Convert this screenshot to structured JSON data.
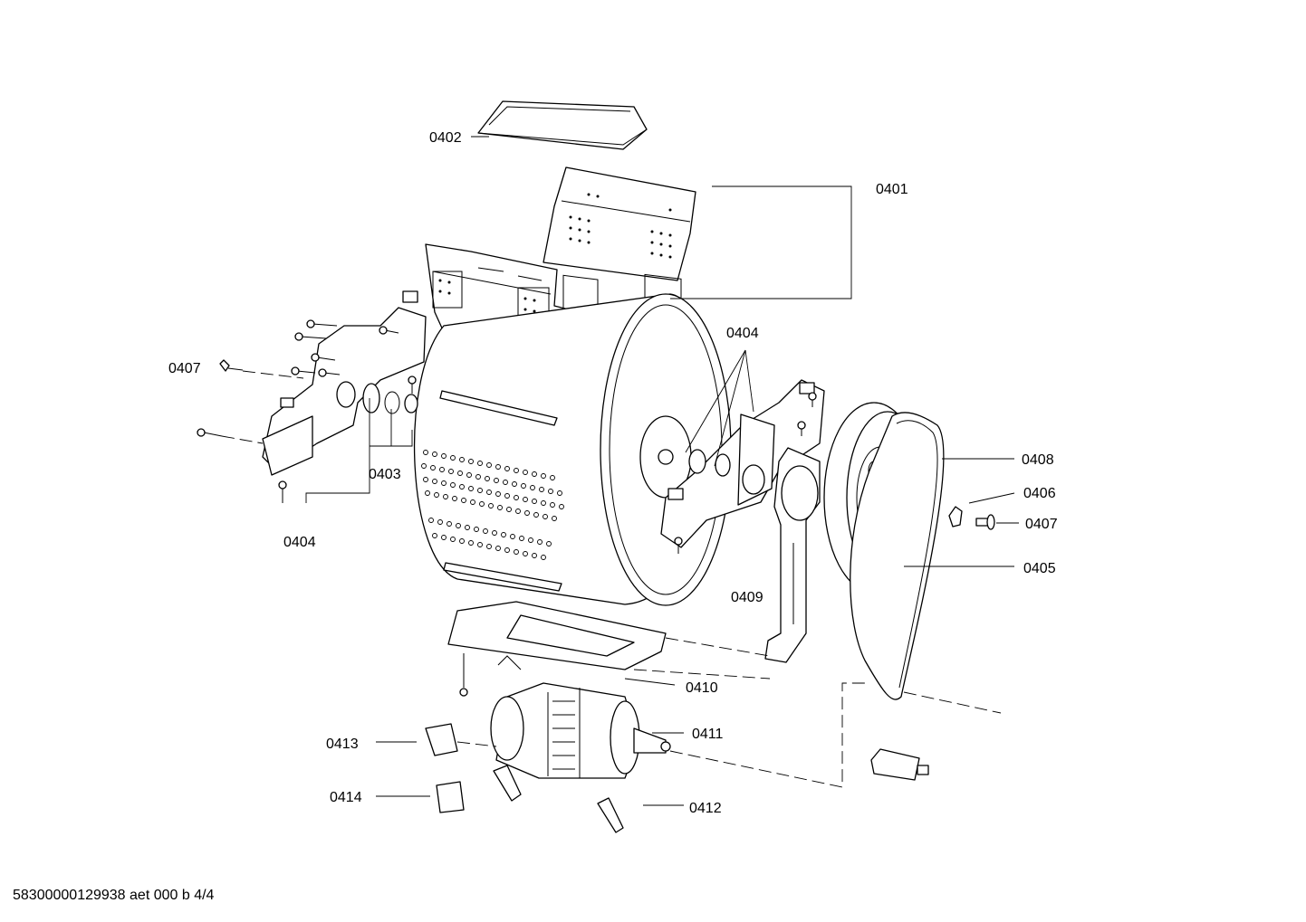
{
  "labels": {
    "l0401": "0401",
    "l0402": "0402",
    "l0403": "0403",
    "l0404a": "0404",
    "l0404b": "0404",
    "l0405": "0405",
    "l0406": "0406",
    "l0407a": "0407",
    "l0407b": "0407",
    "l0408": "0408",
    "l0409": "0409",
    "l0410": "0410",
    "l0411": "0411",
    "l0412": "0412",
    "l0413": "0413",
    "l0414": "0414"
  },
  "footer": "58300000129938 aet 000 b 4/4"
}
